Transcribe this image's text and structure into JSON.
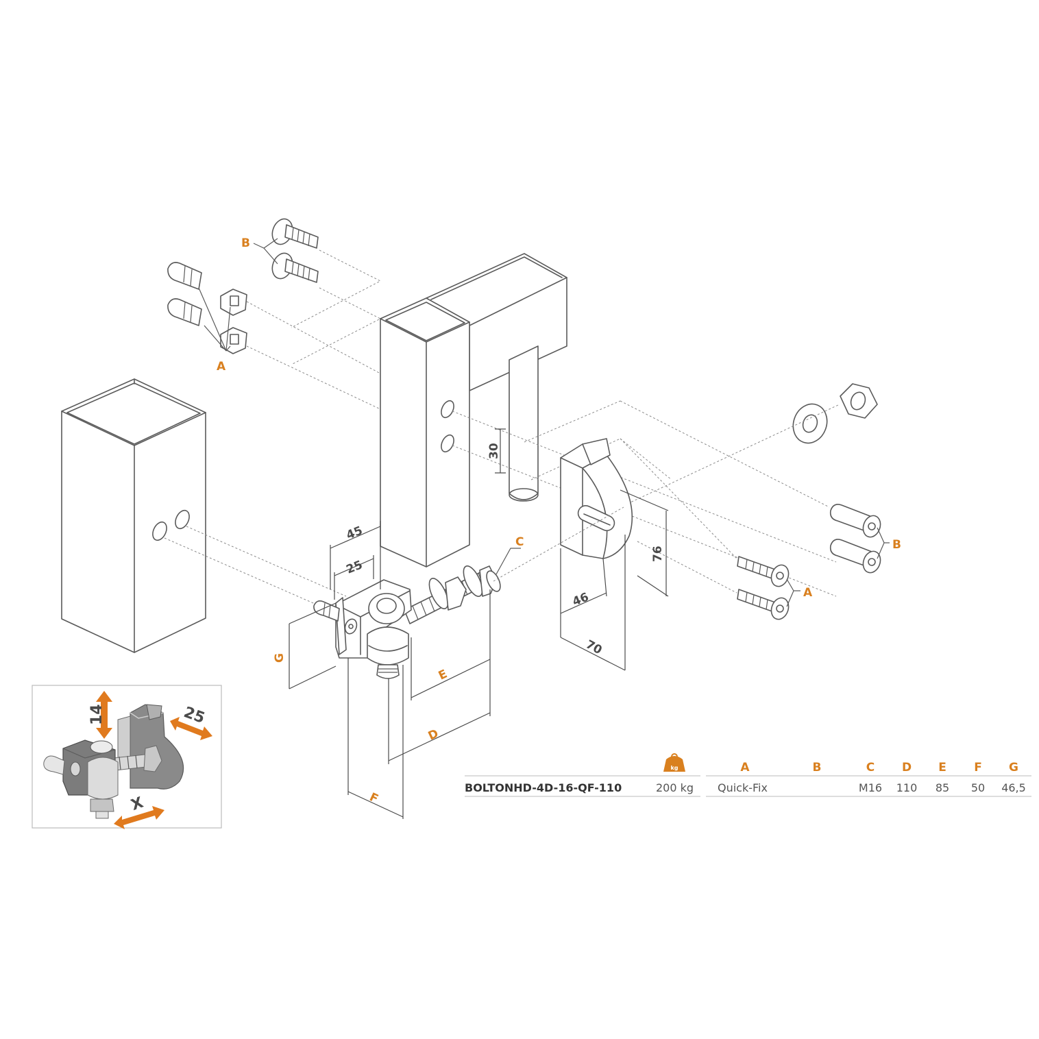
{
  "callouts": {
    "a": "A",
    "b": "B",
    "c": "C",
    "d": "D",
    "e": "E",
    "f": "F",
    "g": "G"
  },
  "dimensions": {
    "d45": "45",
    "d25": "25",
    "d30": "30",
    "d76": "76",
    "d46": "46",
    "d70": "70"
  },
  "inset": {
    "adj_vertical": "14",
    "adj_lateral": "25",
    "adj_x": "X"
  },
  "spec_table": {
    "columns": [
      "A",
      "B",
      "C",
      "D",
      "E",
      "F",
      "G"
    ],
    "weight_icon_label": "kg",
    "row": {
      "model": "BOLTONHD-4D-16-QF-110",
      "load": "200 kg",
      "a": "Quick-Fix",
      "b": "",
      "c": "M16",
      "d": "110",
      "e": "85",
      "f": "50",
      "g": "46,5"
    }
  },
  "colors": {
    "accent": "#d9801f",
    "line": "#5a5a5a",
    "text": "#4a4a4a"
  }
}
